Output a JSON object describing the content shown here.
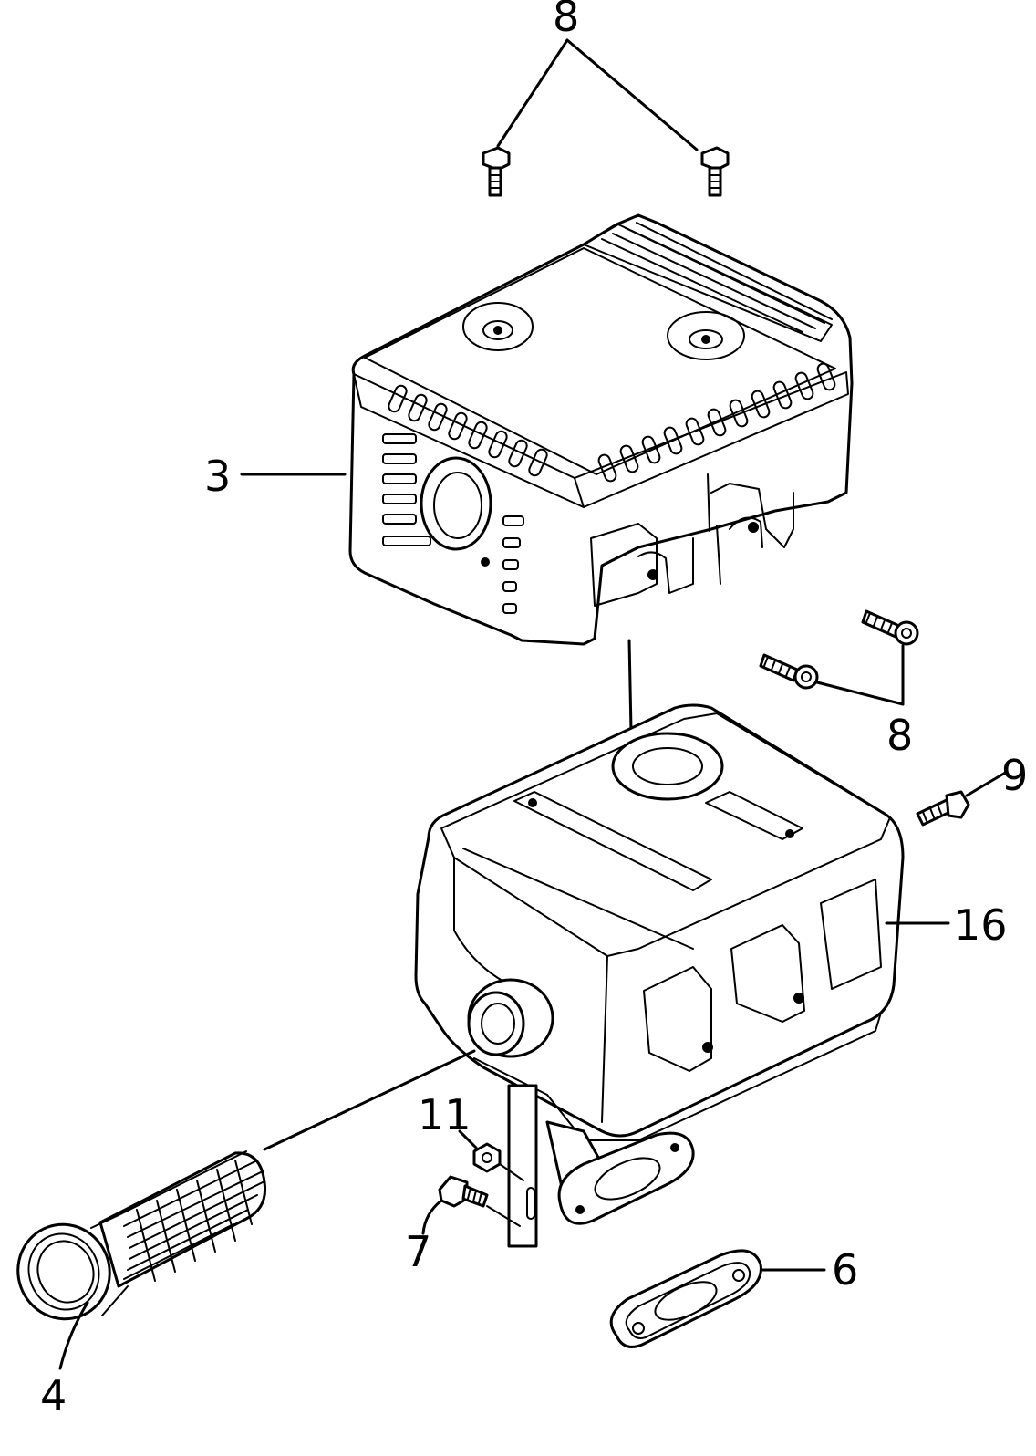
{
  "callouts": {
    "bolt_top": "8",
    "cover": "3",
    "bolt_side": "8",
    "bolt_9": "9",
    "muffler": "16",
    "nut": "11",
    "stud": "7",
    "gasket": "6",
    "screen": "4"
  },
  "colors": {
    "line": "#000000",
    "background": "#ffffff"
  }
}
